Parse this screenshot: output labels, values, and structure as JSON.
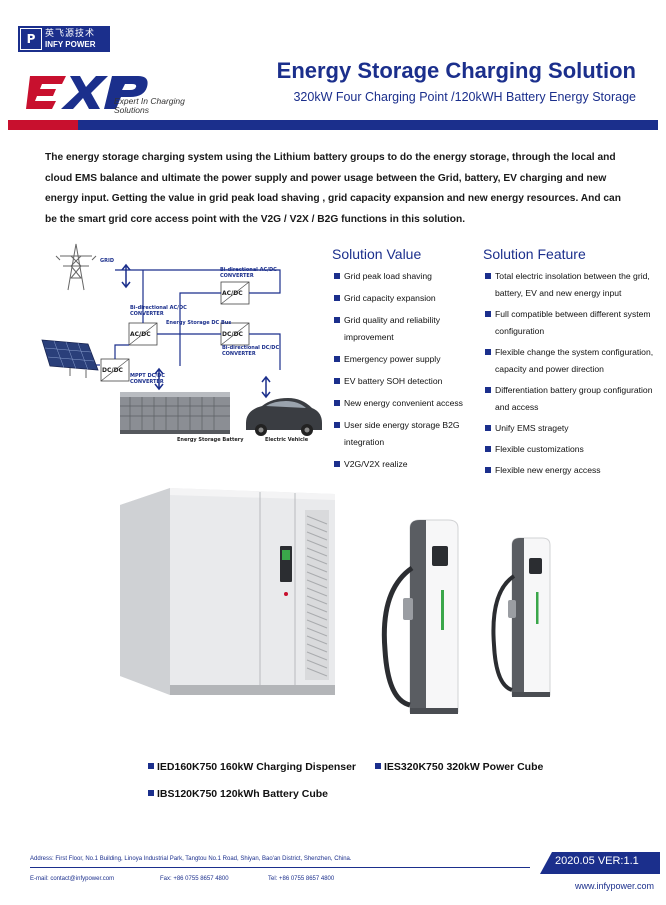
{
  "header": {
    "company_cn": "英飞源技术",
    "company_en": "INFY POWER",
    "brand": "EXP",
    "brand_tagline_line1": "Expert In Charging",
    "brand_tagline_line2": "Solutions",
    "title": "Energy Storage Charging Solution",
    "subtitle": "320kW Four Charging Point /120kWH  Battery Energy Storage"
  },
  "intro": "The energy storage charging system using the Lithium battery groups to do the energy storage, through the local and cloud EMS balance and ultimate the power supply and power usage between the Grid,   battery,   EV charging and new energy input. Getting the value in grid  peak load shaving , grid capacity expansion and new energy resources.  And can be the smart grid core access point with the V2G / V2X / B2G functions in this solution.",
  "diagram": {
    "grid": "GRID",
    "acdc_top": "Bi-directional AC/DC CONVERTER",
    "acdc_left": "Bi-directional AC/DC CONVERTER",
    "dc_bus": "Energy Storage DC Bus",
    "dcdc": "Bi-directional DC/DC CONVERTER",
    "mppt": "MPPT DC/DC CONVERTER",
    "box_acdc": "AC/DC",
    "box_dcdc": "DC/DC",
    "battery": "Energy Storage Battery",
    "ev": "Electric Vehicle"
  },
  "solution_value": {
    "heading": "Solution Value",
    "items": [
      "Grid  peak load shaving",
      "Grid capacity expansion",
      "Grid quality and reliability improvement",
      "Emergency power supply",
      "EV battery SOH detection",
      "New energy convenient access",
      "User side energy storage B2G integration",
      "V2G/V2X realize"
    ]
  },
  "solution_feature": {
    "heading": "Solution Feature",
    "items": [
      "Total electric insolation between the grid, battery, EV and new energy input",
      "Full compatible between different system configuration",
      "Flexible change the system configuration, capacity and power direction",
      "Differentiation battery group configuration and access",
      "Unify  EMS stragety",
      "Flexible customizations",
      "Flexible new energy access"
    ]
  },
  "products": {
    "dispenser": "IED160K750 160kW Charging Dispenser",
    "power_cube": "IES320K750 320kW Power Cube",
    "battery_cube": "IBS120K750 120kWh Battery Cube"
  },
  "footer": {
    "address": "Address:  First Floor, No.1 Building, Linoya Industrial Park, Tangtou No.1 Road, Shiyan, Bao'an District, Shenzhen, China.",
    "email": "E-mail:   contact@infypower.com",
    "fax": "Fax:   +86 0755 8657 4800",
    "tel": "Tel:   +86 0755 8657 4800",
    "version": "2020.05  VER:1.1",
    "website": "www.infypower.com"
  },
  "colors": {
    "brand_blue": "#1b2f8c",
    "accent_red": "#c8102e"
  }
}
